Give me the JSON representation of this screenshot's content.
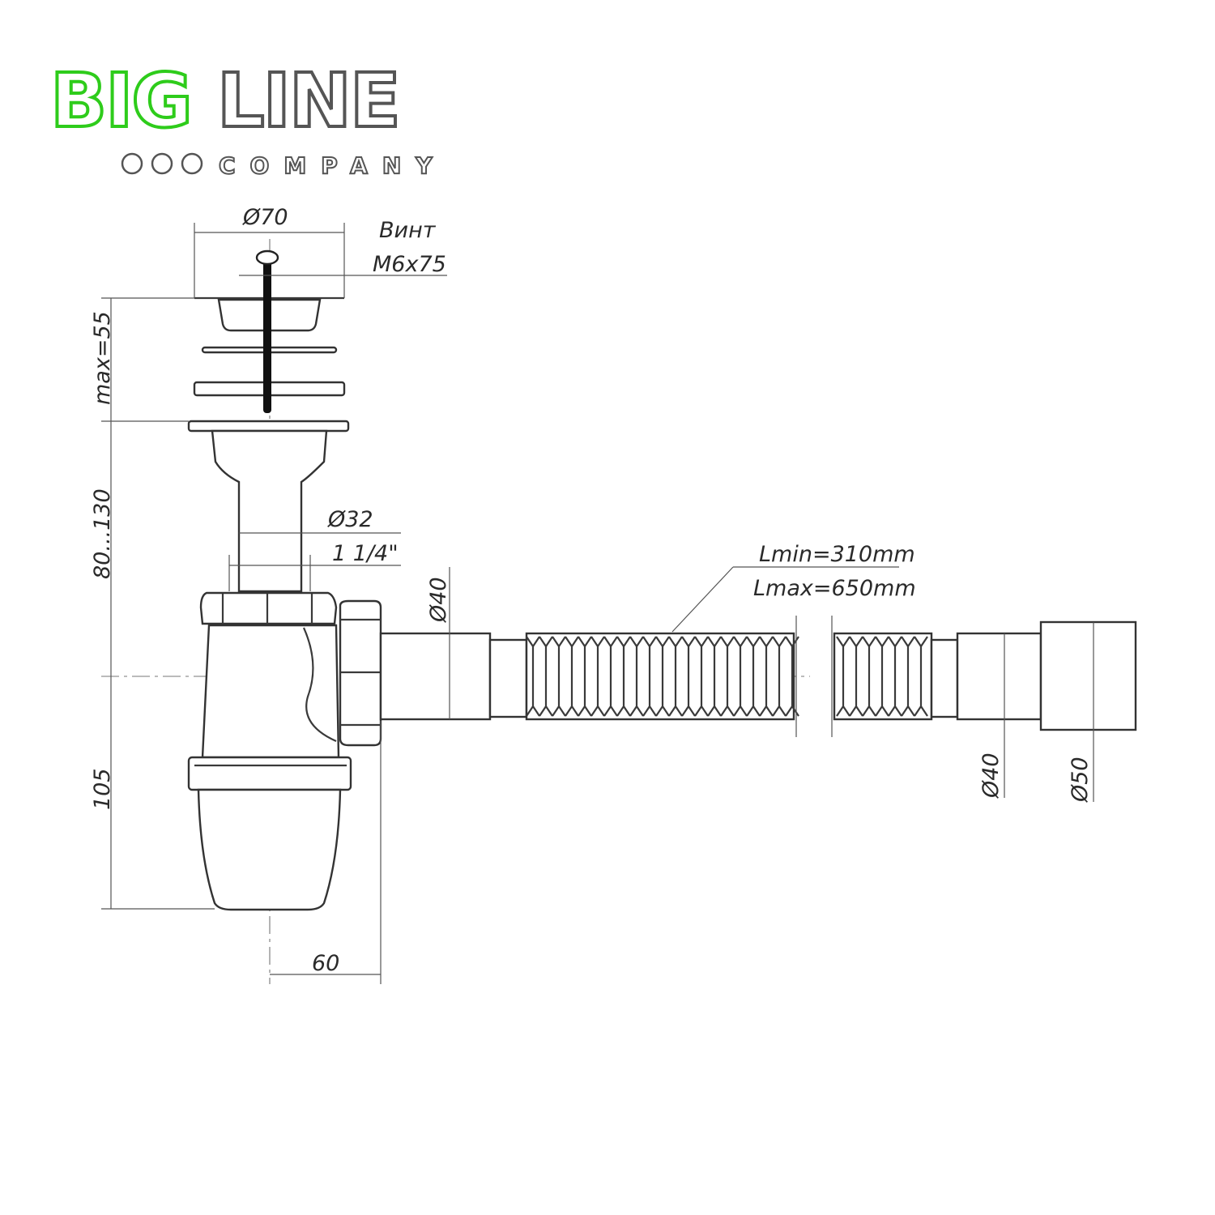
{
  "logo": {
    "part1": "BIG",
    "part2": "LINE",
    "subtitle": "COMPANY",
    "colors": {
      "green": "#2ecc1b",
      "gray": "#555555"
    }
  },
  "dimensions": {
    "grate_diameter": "Ø70",
    "screw_label": "Винт",
    "screw_size": "M6x75",
    "height_max": "max=55",
    "height_range": "80...130",
    "inlet_diameter": "Ø32",
    "inlet_thread": "1 1/4\"",
    "outlet_diameter": "Ø40",
    "hose_min": "Lmin=310mm",
    "hose_max": "Lmax=650mm",
    "bottle_height": "105",
    "offset": "60",
    "end_diameter_small": "Ø40",
    "end_diameter_large": "Ø50"
  }
}
